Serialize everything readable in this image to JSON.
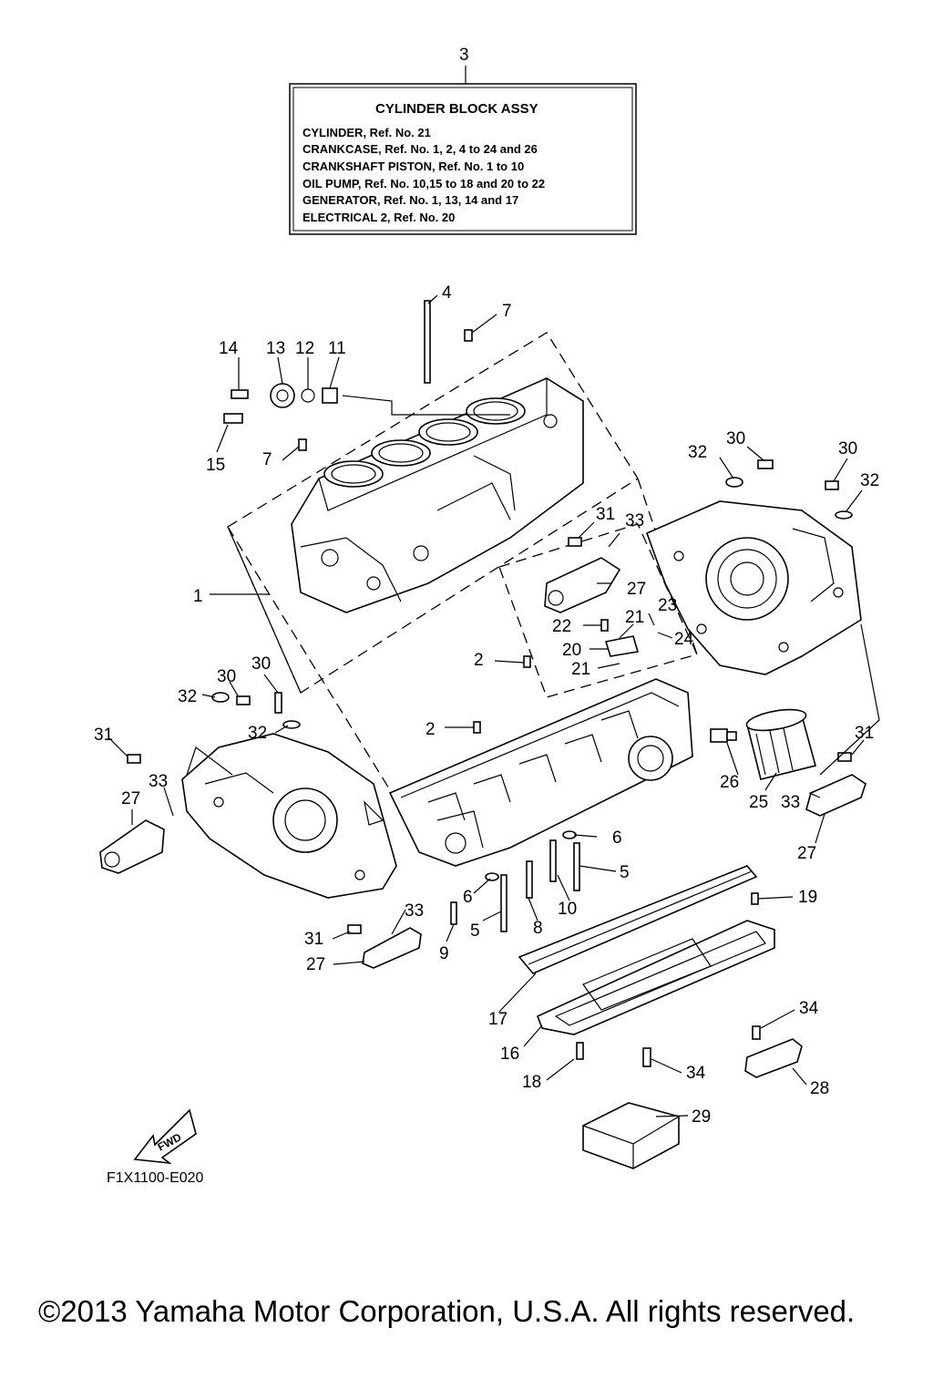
{
  "info_box": {
    "ref_number": "3",
    "title": "CYLINDER BLOCK ASSY",
    "lines": [
      "CYLINDER, Ref. No. 21",
      "CRANKCASE,  Ref. No. 1, 2, 4 to 24 and 26",
      "CRANKSHAFT PISTON, Ref. No. 1 to 10",
      "OIL PUMP, Ref. No. 10,15 to 18 and 20 to 22",
      "GENERATOR, Ref. No. 1, 13, 14 and 17",
      "ELECTRICAL 2,  Ref. No. 20"
    ]
  },
  "callouts": {
    "c4": "4",
    "c7a": "7",
    "c14": "14",
    "c13": "13",
    "c12": "12",
    "c11": "11",
    "c15": "15",
    "c7b": "7",
    "c30a": "30",
    "c32a": "32",
    "c30b": "30",
    "c32b": "32",
    "c31a": "31",
    "c33a": "33",
    "c27a": "27",
    "c1": "1",
    "c23": "23",
    "c22": "22",
    "c21a": "21",
    "c24": "24",
    "c20": "20",
    "c21b": "21",
    "c2a": "2",
    "c30c": "30",
    "c32c": "32",
    "c30d": "30",
    "c32d": "32",
    "c2b": "2",
    "c31b": "31",
    "c31c": "31",
    "c33b": "33",
    "c27b": "27",
    "c26": "26",
    "c25": "25",
    "c33c": "33",
    "c27c": "27",
    "c6a": "6",
    "c5a": "5",
    "c6b": "6",
    "c10": "10",
    "c19": "19",
    "c33d": "33",
    "c31d": "31",
    "c27d": "27",
    "c9": "9",
    "c5b": "5",
    "c8": "8",
    "c17": "17",
    "c16": "16",
    "c34a": "34",
    "c18": "18",
    "c34b": "34",
    "c28": "28",
    "c29": "29"
  },
  "fwd_label": "FWD",
  "diagram_code": "F1X1100-E020",
  "copyright": "©2013 Yamaha Motor Corporation, U.S.A. All rights reserved."
}
